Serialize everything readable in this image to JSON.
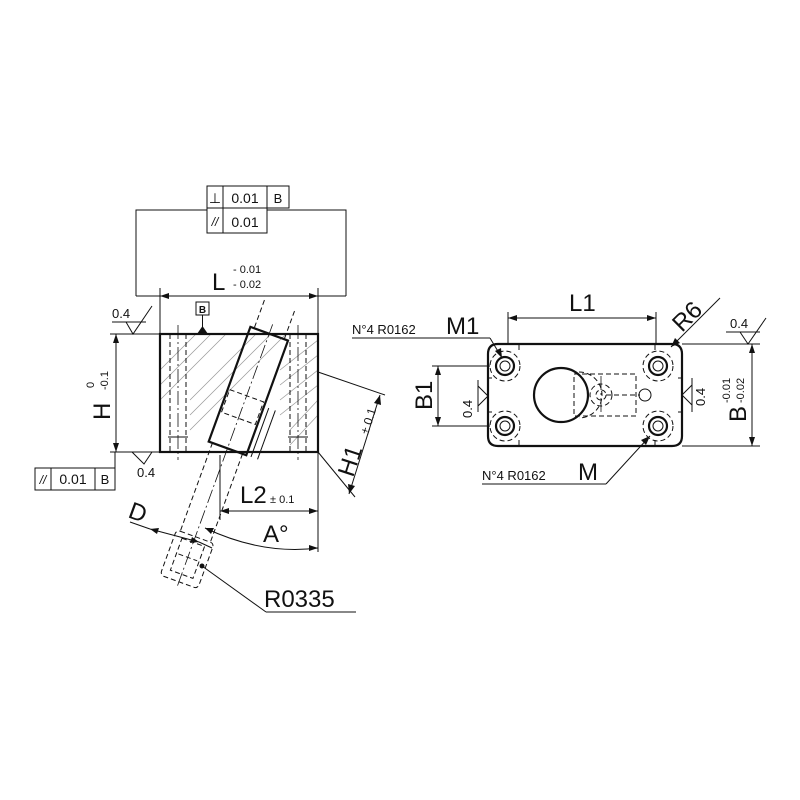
{
  "left_view": {
    "gdt_top_row1": {
      "symbol": "⊥",
      "value": "0.01",
      "datum": "B"
    },
    "gdt_top_row2": {
      "symbol": "//",
      "value": "0.01"
    },
    "dim_L": {
      "label": "L",
      "tol_upper": "- 0.01",
      "tol_lower": "- 0.02"
    },
    "datum_B": "B",
    "roughness_top": "0.4",
    "roughness_bottom": "0.4",
    "dim_H": {
      "label": "H",
      "tol_upper": "0",
      "tol_lower": "-0.1"
    },
    "gdt_bottom": {
      "symbol": "//",
      "value": "0.01",
      "datum": "B"
    },
    "dim_H1": {
      "label": "H1",
      "tol": "± 0.1"
    },
    "dim_L2": {
      "label": "L2",
      "tol": "± 0.1"
    },
    "dim_A": "A°",
    "dim_D": "D",
    "part_ref": "R0335"
  },
  "right_view": {
    "dim_L1": "L1",
    "radius": "R6",
    "roughness_right_top": "0.4",
    "roughness_left": "0.4",
    "roughness_right": "0.4",
    "dim_B1": "B1",
    "dim_B": {
      "label": "B",
      "tol_upper": "-0.01",
      "tol_lower": "-0.02"
    },
    "callout_M1": {
      "prefix": "N°4  R0162",
      "size": "M1"
    },
    "callout_M": {
      "prefix": "N°4  R0162",
      "size": "M"
    }
  }
}
